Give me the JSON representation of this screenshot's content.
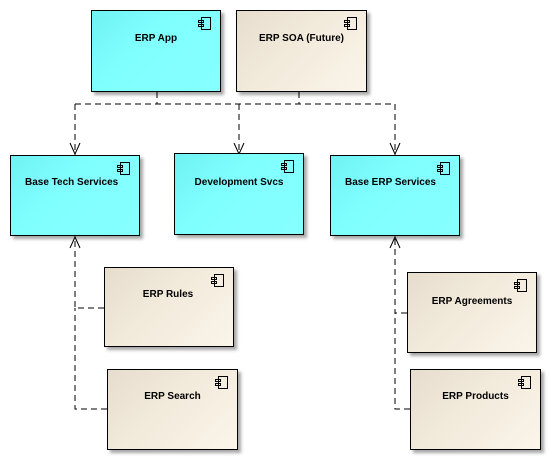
{
  "diagram": {
    "colors": {
      "subsystem_fill": "#80ffff",
      "component_fill": "#f5eee2",
      "line": "#000000"
    },
    "components": {
      "erp_app": {
        "label": "ERP App",
        "icon": "uml-component-icon"
      },
      "erp_soa": {
        "label": "ERP SOA (Future)",
        "icon": "uml-component-icon"
      },
      "base_tech": {
        "label": "Base Tech Services",
        "icon": "uml-component-icon"
      },
      "dev_svcs": {
        "label": "Development Svcs",
        "icon": "uml-component-icon"
      },
      "base_erp": {
        "label": "Base ERP Services",
        "icon": "uml-component-icon"
      },
      "erp_rules": {
        "label": "ERP Rules",
        "icon": "uml-component-icon"
      },
      "erp_search": {
        "label": "ERP Search",
        "icon": "uml-component-icon"
      },
      "erp_agreements": {
        "label": "ERP Agreements",
        "icon": "uml-component-icon"
      },
      "erp_products": {
        "label": "ERP Products",
        "icon": "uml-component-icon"
      }
    },
    "dependencies": [
      {
        "from": "erp_app",
        "to": "base_tech"
      },
      {
        "from": "erp_app",
        "to": "dev_svcs"
      },
      {
        "from": "erp_app",
        "to": "base_erp"
      },
      {
        "from": "erp_soa",
        "to": "base_tech"
      },
      {
        "from": "erp_soa",
        "to": "base_erp"
      },
      {
        "from": "erp_rules",
        "to": "base_tech"
      },
      {
        "from": "erp_search",
        "to": "base_tech"
      },
      {
        "from": "erp_agreements",
        "to": "base_erp"
      },
      {
        "from": "erp_products",
        "to": "base_erp"
      }
    ]
  }
}
